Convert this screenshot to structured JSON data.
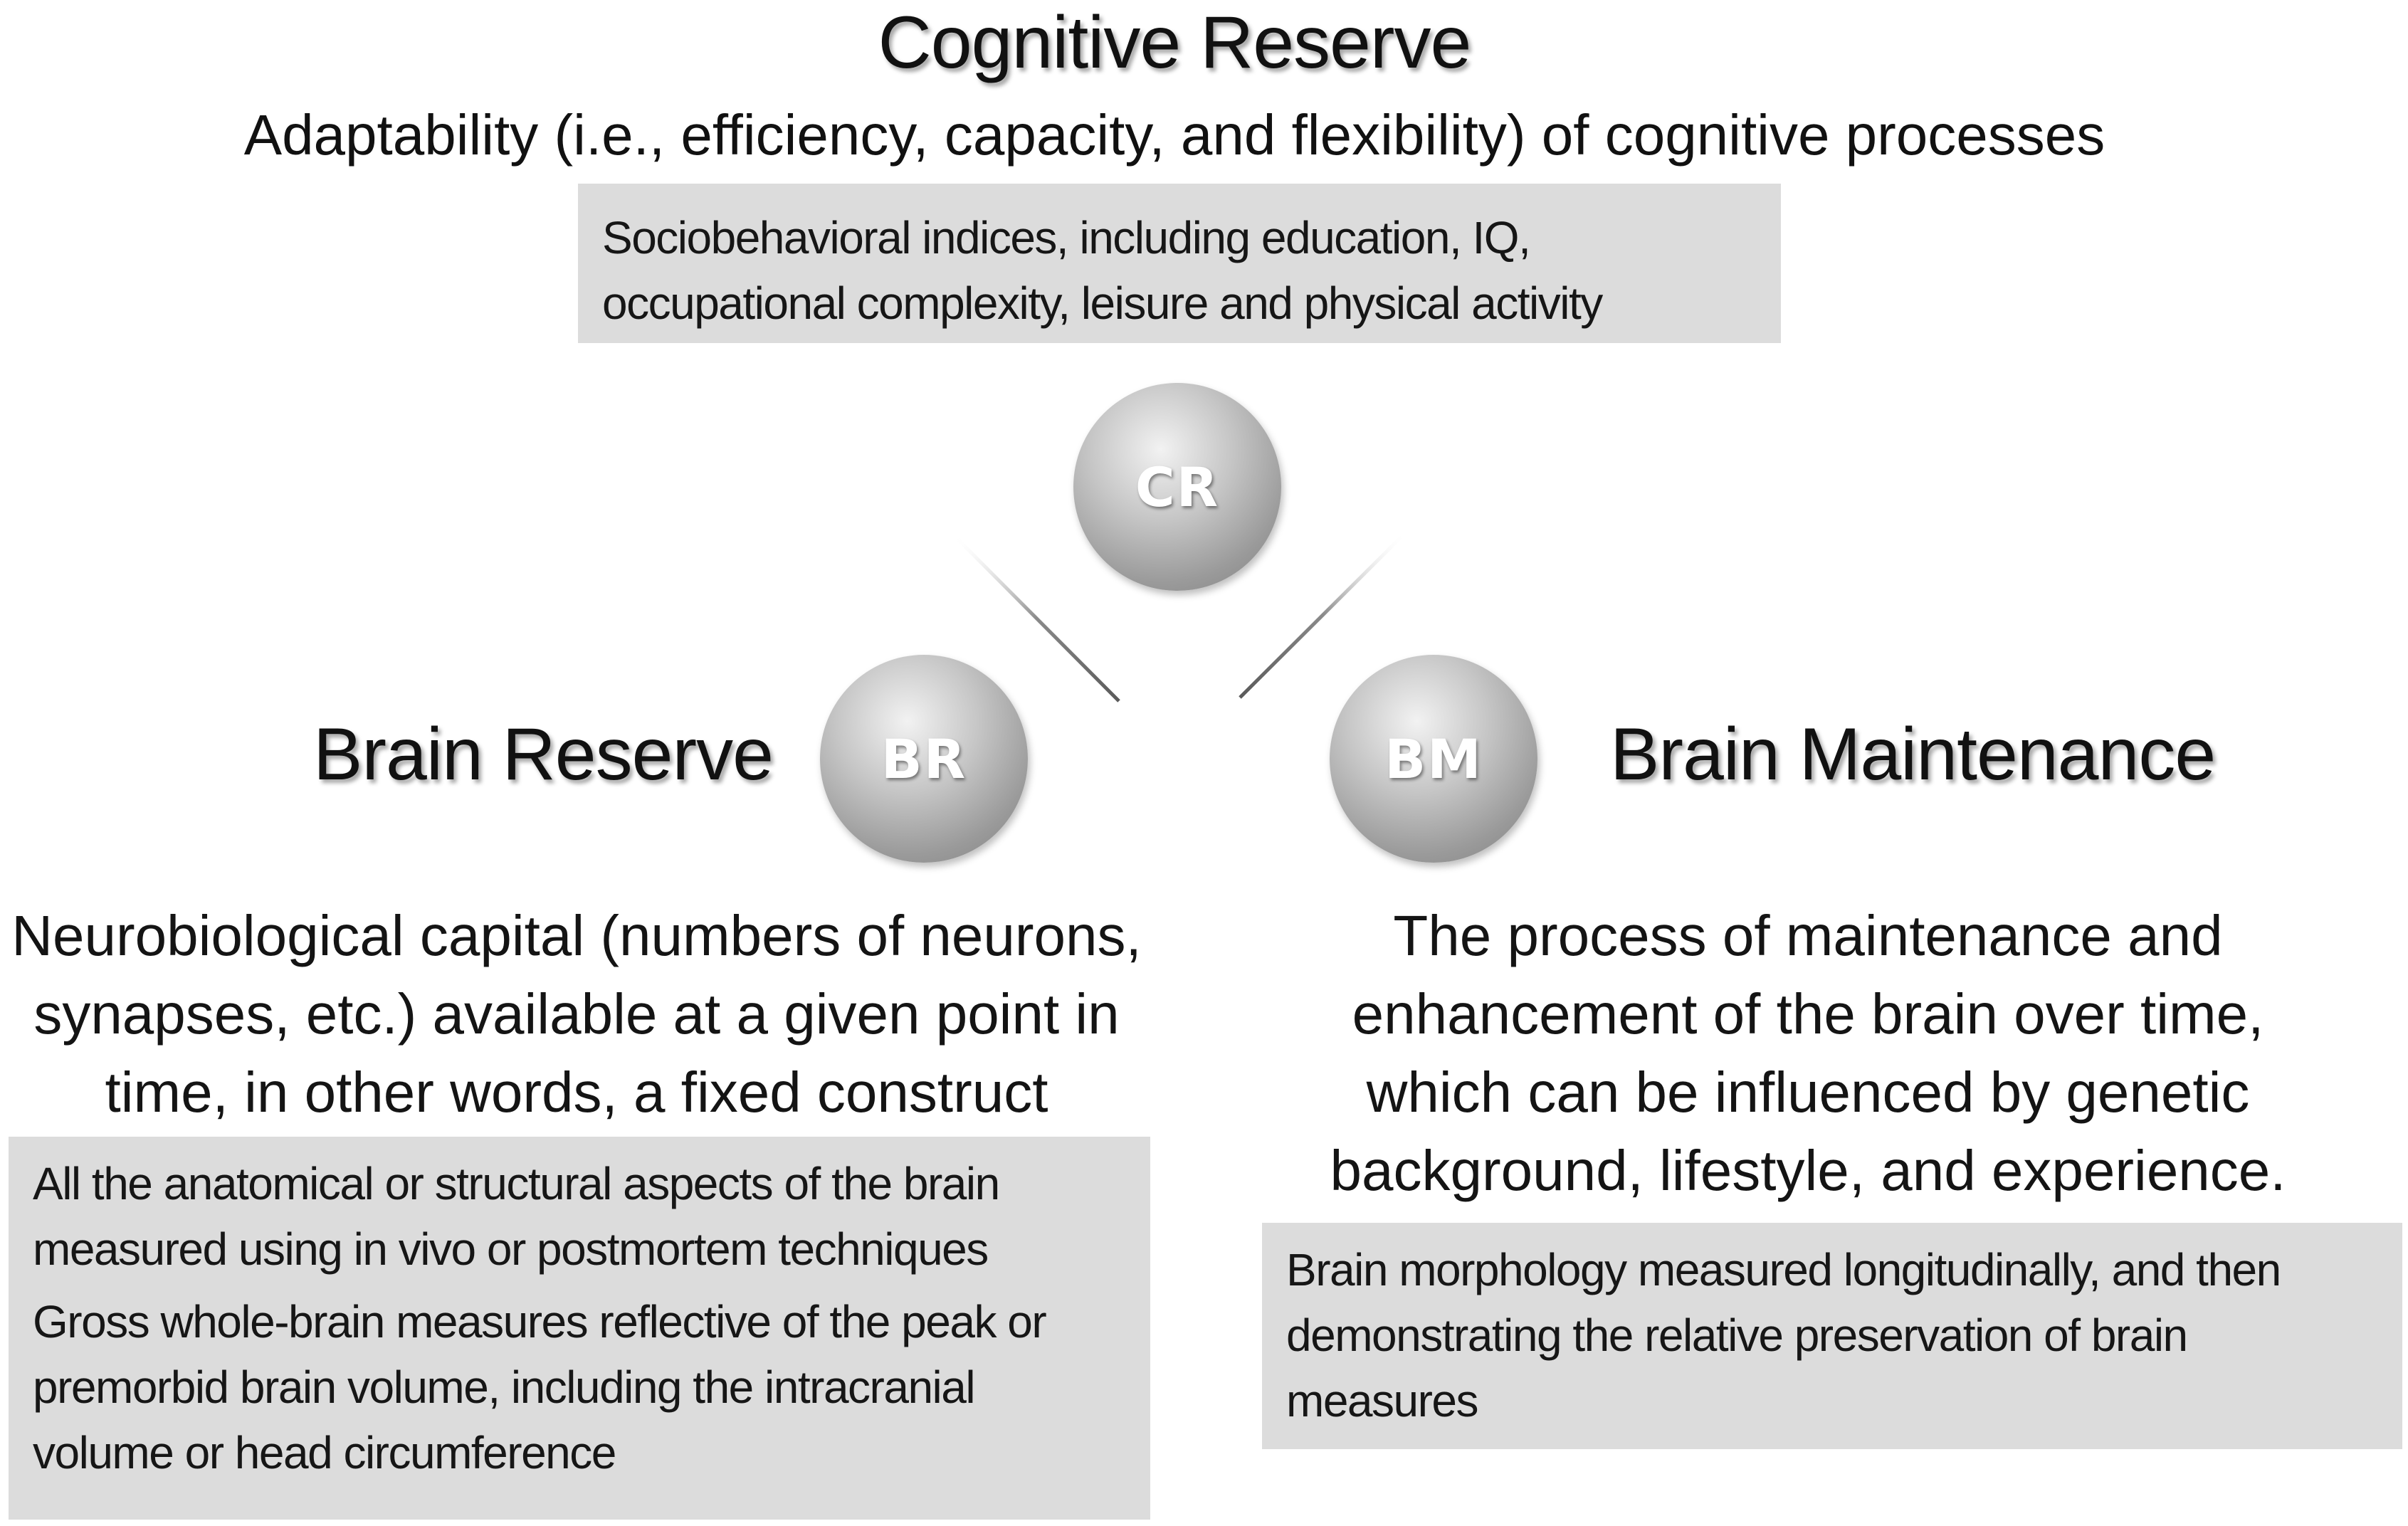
{
  "cognitive_reserve": {
    "title": "Cognitive Reserve",
    "subtitle": "Adaptability (i.e., efficiency, capacity, and flexibility) of cognitive processes",
    "box_lines": [
      "Sociobehavioral indices, including education, IQ,",
      "occupational complexity, leisure and physical activity"
    ],
    "circle_label": "CR"
  },
  "brain_reserve": {
    "title": "Brain Reserve",
    "circle_label": "BR",
    "description_lines": [
      "Neurobiological capital (numbers of neurons,",
      "synapses, etc.) available at a given point in",
      "time, in other words, a fixed construct"
    ],
    "box_para1_lines": [
      "All the anatomical or structural aspects of the brain",
      "measured using in vivo or postmortem techniques"
    ],
    "box_para2_lines": [
      "Gross whole-brain measures reflective of the peak or",
      "premorbid brain volume, including the intracranial",
      "volume or head circumference"
    ]
  },
  "brain_maintenance": {
    "title": "Brain Maintenance",
    "circle_label": "BM",
    "description_lines": [
      "The process of maintenance and",
      "enhancement of the brain over time,",
      "which can be influenced by genetic",
      "background, lifestyle, and experience."
    ],
    "box_lines": [
      "Brain morphology measured longitudinally, and then",
      "demonstrating the relative preservation of brain",
      "measures"
    ]
  },
  "colors": {
    "box_fill": "#dcdcdc",
    "connector": "#8a8a8a",
    "circle_text": "#ffffff"
  }
}
